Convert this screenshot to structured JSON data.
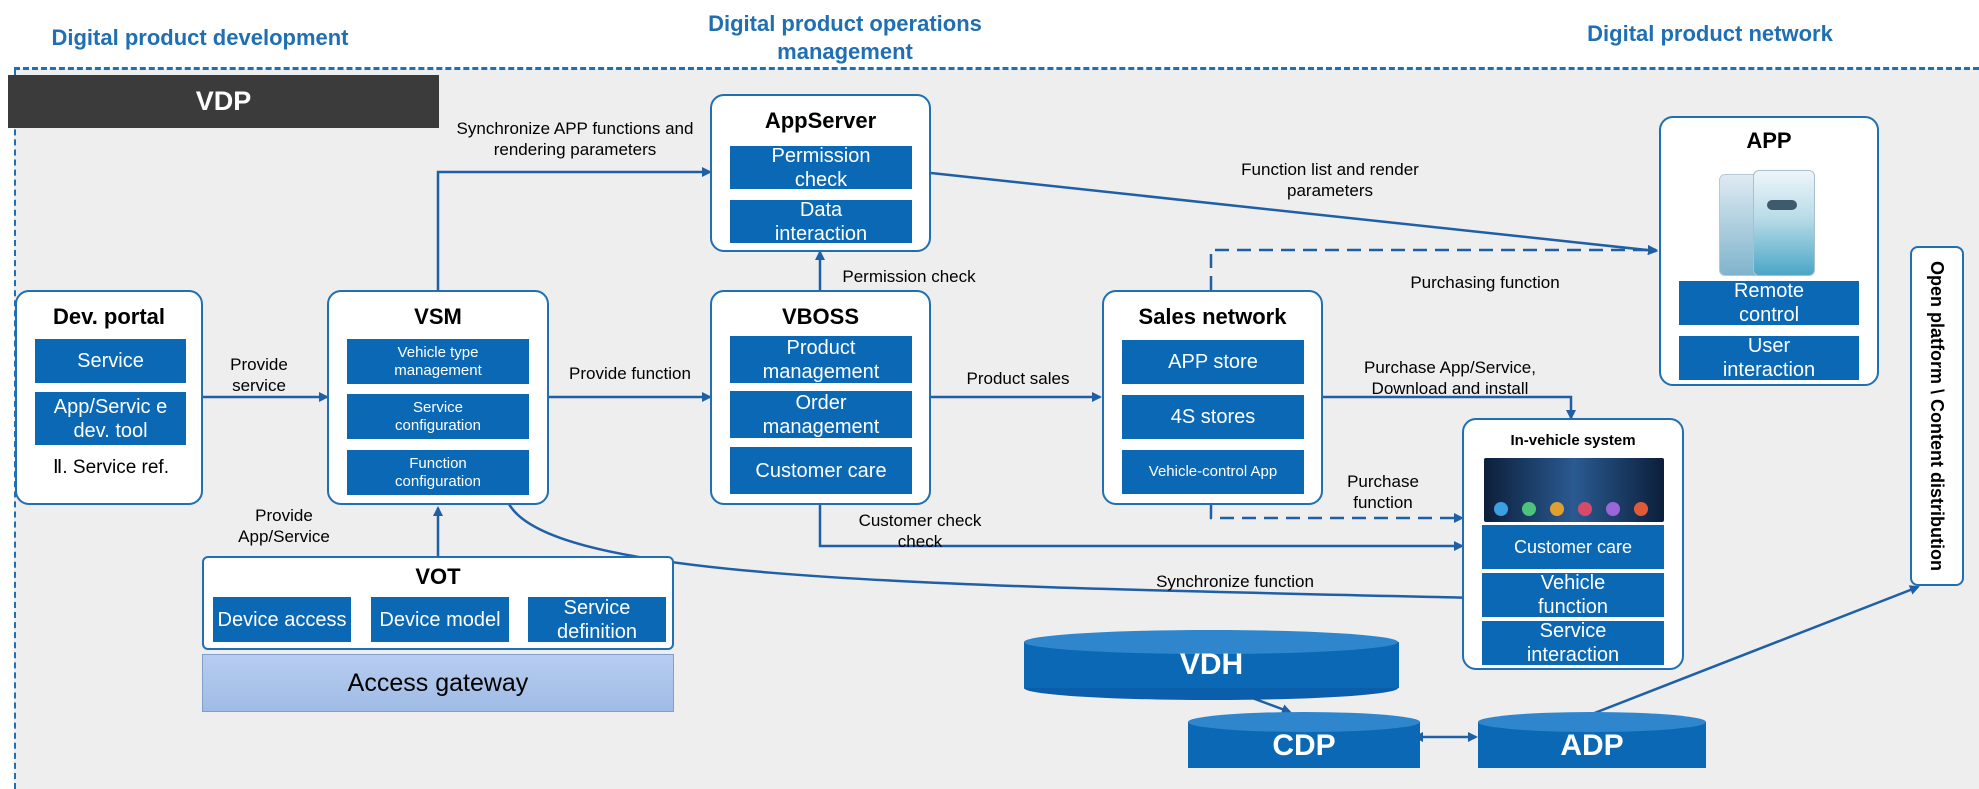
{
  "headers": {
    "development": "Digital product development",
    "operations": "Digital product operations management",
    "network": "Digital product network"
  },
  "vdp": "VDP",
  "dev_portal": {
    "title": "Dev. portal",
    "service": "Service",
    "tool": "App/Servic e dev. tool",
    "ref": "Ⅱ. Service ref."
  },
  "vsm": {
    "title": "VSM",
    "items": [
      "Vehicle type management",
      "Service configuration",
      "Function configuration"
    ]
  },
  "vot": {
    "title": "VOT",
    "items": [
      "Device access",
      "Device model",
      "Service definition"
    ]
  },
  "access_gateway": "Access gateway",
  "appserver": {
    "title": "AppServer",
    "items": [
      "Permission check",
      "Data interaction"
    ]
  },
  "vboss": {
    "title": "VBOSS",
    "items": [
      "Product management",
      "Order management",
      "Customer care"
    ]
  },
  "sales": {
    "title": "Sales network",
    "items": [
      "APP store",
      "4S stores",
      "Vehicle-control App"
    ]
  },
  "app": {
    "title": "APP",
    "items": [
      "Remote control",
      "User interaction"
    ]
  },
  "invehicle": {
    "title": "In-vehicle system",
    "items": [
      "Customer care",
      "Vehicle function",
      "Service interaction"
    ]
  },
  "open_platform": "Open platform \\ Content distribution",
  "databases": {
    "vdh": "VDH",
    "cdp": "CDP",
    "adp": "ADP"
  },
  "labels": {
    "provide_service": "Provide service",
    "provide_function": "Provide function",
    "product_sales": "Product sales",
    "sync_app": "Synchronize APP functions and rendering parameters",
    "permission_check": "Permission check",
    "function_list": "Function list and render parameters",
    "purchasing_function": "Purchasing function",
    "purchase_app": "Purchase App/Service, Download and install",
    "purchase_function": "Purchase function",
    "customer_check": "Customer check check",
    "sync_function": "Synchronize function",
    "provide_app_service": "Provide App/Service"
  }
}
